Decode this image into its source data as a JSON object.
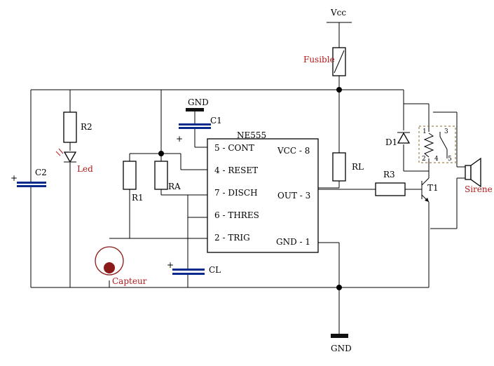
{
  "supply": {
    "vcc_label": "Vcc",
    "gnd_top_label": "GND",
    "gnd_bottom_label": "GND"
  },
  "ic": {
    "name": "NE555",
    "pins_left": [
      "5 - CONT",
      "4 - RESET",
      "7 - DISCH",
      "6 - THRES",
      "2 - TRIG"
    ],
    "pins_right": [
      "VCC - 8",
      "OUT - 3",
      "GND - 1"
    ]
  },
  "components": {
    "fuse": "Fusible",
    "r2": "R2",
    "led": "Led",
    "c2": "C2",
    "r1": "R1",
    "ra": "RA",
    "c1": "C1",
    "capteur": "Capteur",
    "cl": "CL",
    "rl": "RL",
    "r3": "R3",
    "d1": "D1",
    "t1": "T1",
    "sirene": "Sirene"
  },
  "relay_pins": [
    "1",
    "2",
    "3",
    "4",
    "5"
  ],
  "polarity": {
    "plus": "+"
  },
  "colors": {
    "wire": "#000000",
    "capacitor_plate": "#0a2a8c",
    "label_red": "#b11a1a",
    "ground_bar": "#111111",
    "capteur_dot": "#8b1a1a"
  }
}
